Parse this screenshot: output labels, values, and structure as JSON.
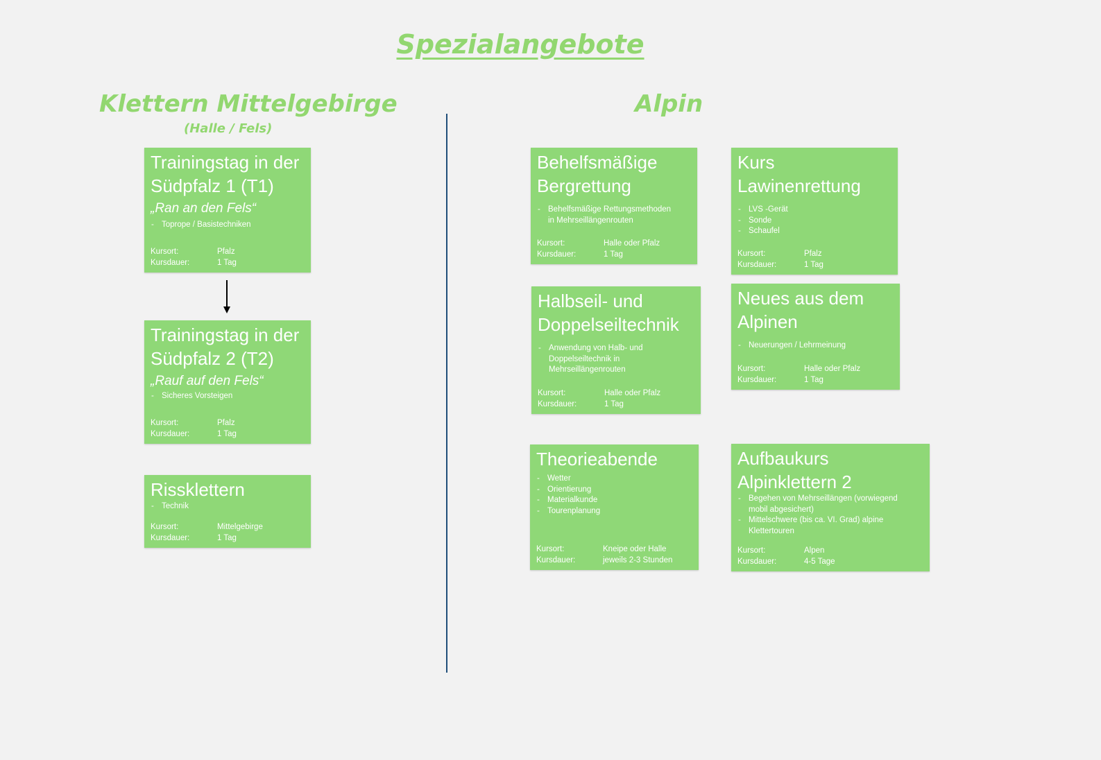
{
  "page": {
    "title": "Spezialangebote"
  },
  "left": {
    "heading": "Klettern Mittelgebirge",
    "subheading": "(Halle / Fels)"
  },
  "right": {
    "heading": "Alpin"
  },
  "meta_labels": {
    "ort": "Kursort:",
    "dauer": "Kursdauer:"
  },
  "cards": {
    "t1": {
      "title_lines": [
        "Trainingstag in der",
        "Südpfalz 1 (T1)"
      ],
      "subtitle": "„Ran an den Fels“",
      "bullets": [
        "Toprope  / Basistechniken"
      ],
      "ort": "Pfalz",
      "dauer": "1 Tag"
    },
    "t2": {
      "title_lines": [
        "Trainingstag in der",
        "Südpfalz 2 (T2)"
      ],
      "subtitle": "„Rauf auf den Fels“",
      "bullets": [
        "Sicheres Vorsteigen"
      ],
      "ort": "Pfalz",
      "dauer": "1 Tag"
    },
    "riss": {
      "title_lines": [
        "Rissklettern"
      ],
      "bullets": [
        "Technik"
      ],
      "ort": "Mittelgebirge",
      "dauer": "1 Tag"
    },
    "berg": {
      "title_lines": [
        "Behelfsmäßige",
        "Bergrettung"
      ],
      "bullets": [
        "Behelfsmäßige Rettungsmethoden in Mehrseillängenrouten"
      ],
      "ort": "Halle oder Pfalz",
      "dauer": "1 Tag"
    },
    "lawine": {
      "title_lines": [
        "Kurs",
        "Lawinenrettung"
      ],
      "bullets": [
        "LVS -Gerät",
        "Sonde",
        "Schaufel"
      ],
      "ort": "Pfalz",
      "dauer": "1 Tag"
    },
    "halbseil": {
      "title_lines": [
        "Halbseil- und",
        "Doppelseiltechnik"
      ],
      "bullets": [
        "Anwendung von Halb- und Doppelseiltechnik  in Mehrseillängenrouten"
      ],
      "ort": "Halle oder Pfalz",
      "dauer": "1 Tag"
    },
    "neues": {
      "title_lines": [
        "Neues aus dem",
        "Alpinen"
      ],
      "bullets": [
        "Neuerungen / Lehrmeinung"
      ],
      "ort": "Halle oder Pfalz",
      "dauer": "1 Tag"
    },
    "theorie": {
      "title_lines": [
        "Theorieabende"
      ],
      "bullets": [
        "Wetter",
        "Orientierung",
        "Materialkunde",
        "Tourenplanung"
      ],
      "ort": "Kneipe oder Halle",
      "dauer": "jeweils 2-3 Stunden"
    },
    "aufbau": {
      "title_lines": [
        "Aufbaukurs",
        "Alpinklettern 2"
      ],
      "bullets": [
        "Begehen von Mehrseillängen (vorwiegend mobil abgesichert)",
        "Mittelschwere (bis ca. VI. Grad) alpine Klettertouren"
      ],
      "ort": "Alpen",
      "dauer": "4-5 Tage"
    }
  }
}
